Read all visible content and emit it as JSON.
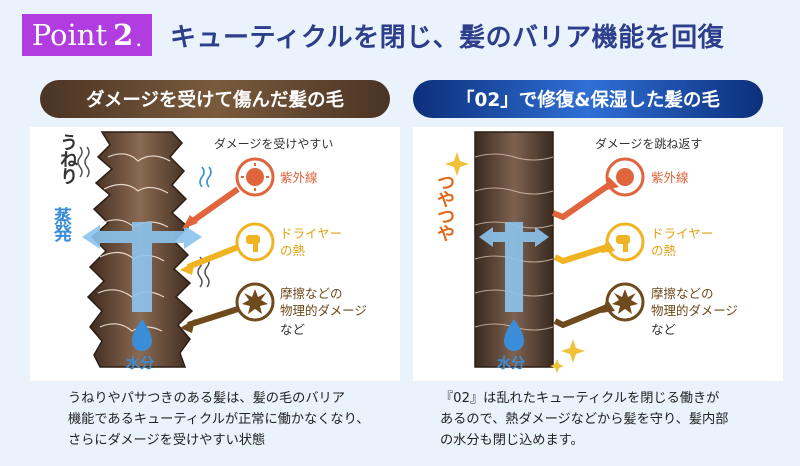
{
  "header": {
    "point_word": "Point",
    "point_number": "2",
    "point_dot": ".",
    "headline": "キューティクルを閉じ、髪のバリア機能を回復"
  },
  "left_panel": {
    "title": "ダメージを受けて傷んだ髪の毛",
    "top_note": "ダメージを受けやすい",
    "wave_label": "うねり",
    "steam_label": "蒸発",
    "water_label": "水分",
    "uv_label": "紫外線",
    "dryer_label_1": "ドライヤー",
    "dryer_label_2": "の熱",
    "friction_label_1": "摩擦などの",
    "friction_label_2": "物理的ダメージ",
    "etc_label": "など",
    "caption_1": "うねりやパサつきのある髪は、髪の毛のバリア",
    "caption_2": "機能であるキューティクルが正常に働かなくなり、",
    "caption_3": "さらにダメージを受けやすい状態"
  },
  "right_panel": {
    "title": "「02」で修復&保湿した髪の毛",
    "top_note": "ダメージを跳ね返す",
    "shine_label": "つやつや",
    "water_label": "水分",
    "uv_label": "紫外線",
    "dryer_label_1": "ドライヤー",
    "dryer_label_2": "の熱",
    "friction_label_1": "摩擦などの",
    "friction_label_2": "物理的ダメージ",
    "etc_label": "など",
    "caption_1": "『02』は乱れたキューティクルを閉じる働きが",
    "caption_2": "あるので、熱ダメージなどから髪を守り、髪内部",
    "caption_3": "の水分も閉じ込めます。"
  },
  "colors": {
    "accent_purple": "#b13de0",
    "headline_navy": "#2c3e8c",
    "uv_orange": "#e0643c",
    "dryer_yellow": "#f0b323",
    "friction_brown": "#6e4a1c",
    "water_blue": "#3a8ed8",
    "background": "#eaf2fb"
  }
}
